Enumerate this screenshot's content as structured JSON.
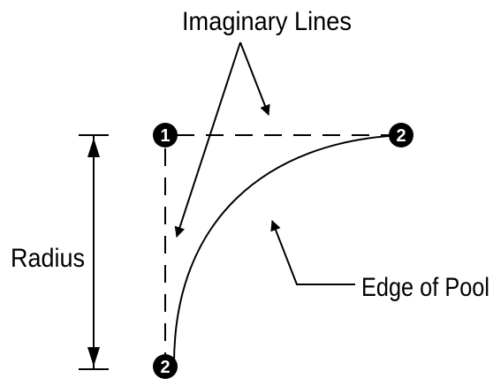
{
  "labels": {
    "imaginary_lines": "Imaginary Lines",
    "radius": "Radius",
    "edge_of_pool": "Edge of Pool"
  },
  "markers": {
    "corner": "1",
    "end_right": "2",
    "end_bottom": "2"
  },
  "colors": {
    "ink": "#000000",
    "background": "#ffffff"
  }
}
